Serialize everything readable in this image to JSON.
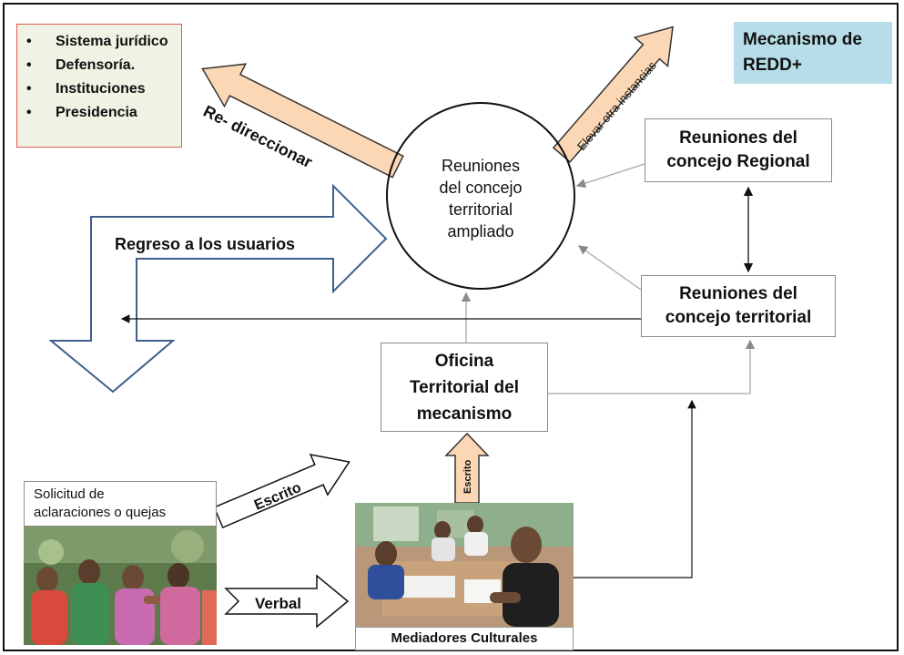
{
  "legal_box": {
    "items": [
      "Sistema jurídico",
      "Defensoría.",
      "Instituciones",
      "Presidencia"
    ]
  },
  "redd_box": {
    "line1": "Mecanismo de",
    "line2": "REDD+"
  },
  "circle": {
    "line1": "Reuniones",
    "line2": "del concejo",
    "line3": "territorial",
    "line4": "ampliado"
  },
  "regional_box": {
    "line1": "Reuniones del",
    "line2": "concejo Regional"
  },
  "territorial_box": {
    "line1": "Reuniones del",
    "line2": "concejo territorial"
  },
  "office_box": {
    "line1": "Oficina",
    "line2": "Territorial del",
    "line3": "mecanismo"
  },
  "request_box": {
    "line1": "Solicitud de",
    "line2": "aclaraciones o quejas"
  },
  "mediators": {
    "caption": "Mediadores Culturales"
  },
  "arrows": {
    "redirect": "Re- direccionar",
    "elevate": "Elevar otra instancias",
    "return_users": "Regreso a los usuarios",
    "written": "Escrito",
    "written_vertical": "Escrito",
    "verbal": "Verbal"
  },
  "colors": {
    "peach": "#fbd7b5",
    "accent_blue": "#b7dde8",
    "legal_bg": "#eef3e3",
    "legal_border": "#e25b4f",
    "return_arrow": "#3e5e8c"
  }
}
